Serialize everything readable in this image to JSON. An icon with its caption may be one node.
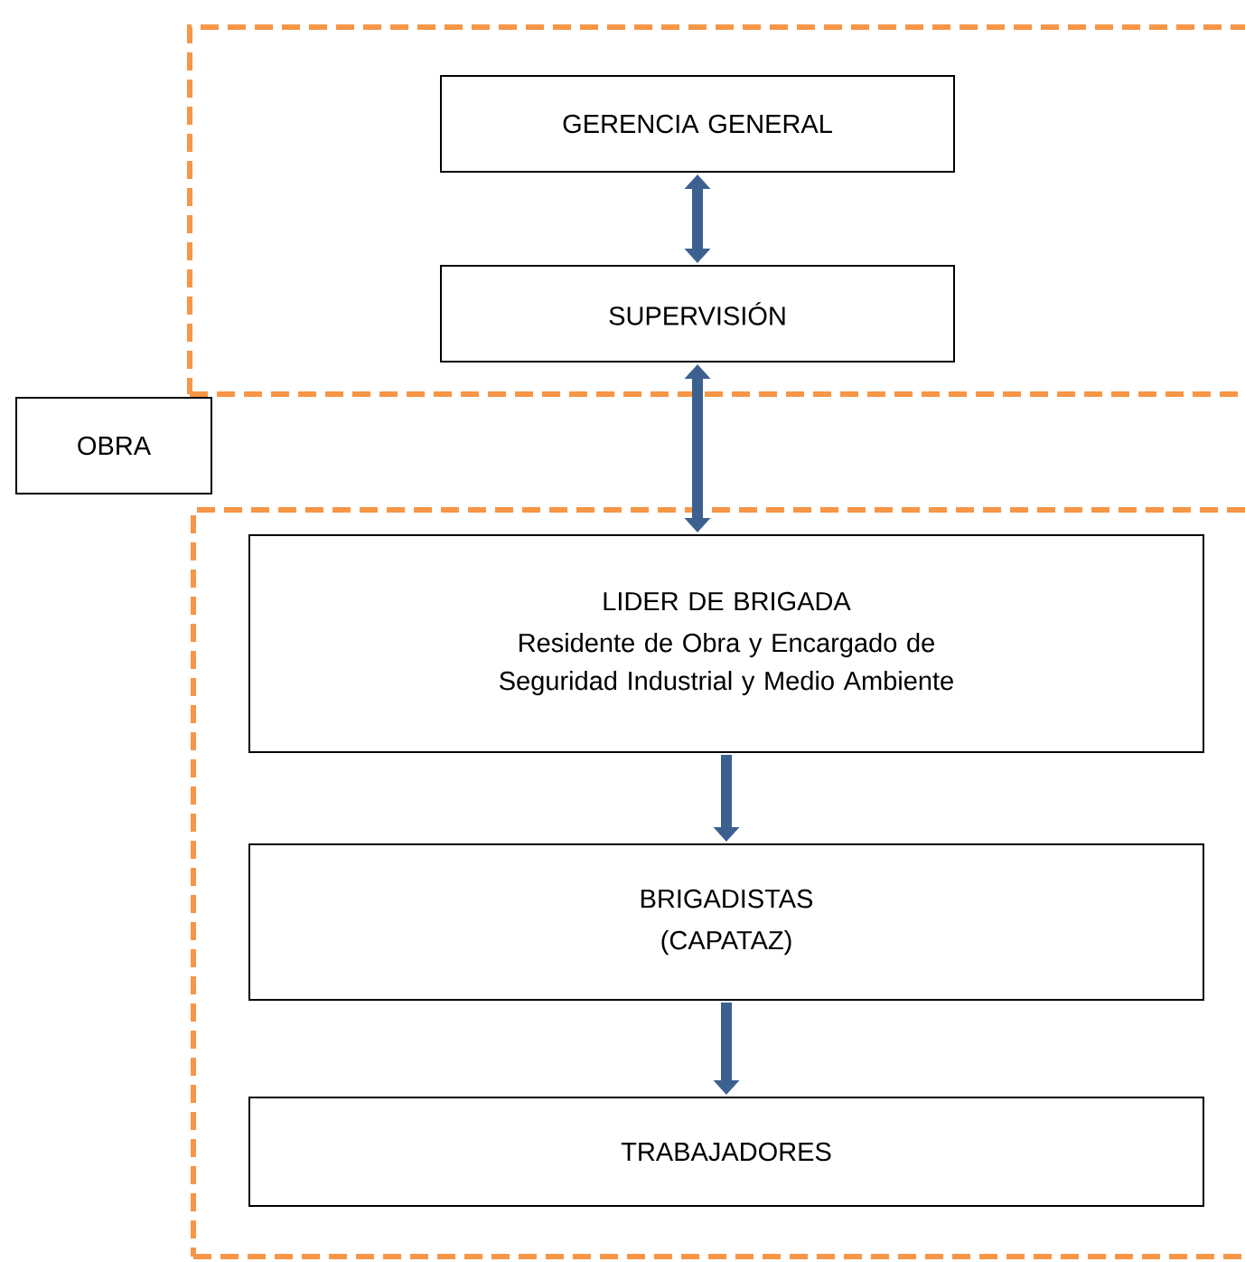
{
  "diagram": {
    "nodes": [
      {
        "text": [],
        "shape": "box"
      },
      {
        "text": [
          "GERENCIA GENERAL"
        ],
        "in": 0
      },
      {
        "text": [
          "SUPERVISIÓN"
        ],
        "in": 0
      },
      {
        "text": [
          "OBRA"
        ]
      },
      {
        "text": [],
        "shape": "box"
      },
      {
        "text": [
          "LIDER DE BRIGADA",
          "Residente de Obra y Encargado de Seguridad Industrial y Medio Ambiente"
        ],
        "in": 4
      },
      {
        "text": [
          "BRIGADISTAS",
          "(CAPATAZ)"
        ],
        "in": 4
      },
      {
        "text": [
          "TRABAJADORES"
        ],
        "in": 4
      }
    ],
    "edges": [
      {
        "from": 1,
        "to": 2,
        "arrow": "both"
      },
      {
        "from": 2,
        "to": 5,
        "arrow": "both"
      },
      {
        "from": 5,
        "to": 6,
        "arrow": "to"
      },
      {
        "from": 6,
        "to": 7,
        "arrow": "to"
      }
    ]
  }
}
